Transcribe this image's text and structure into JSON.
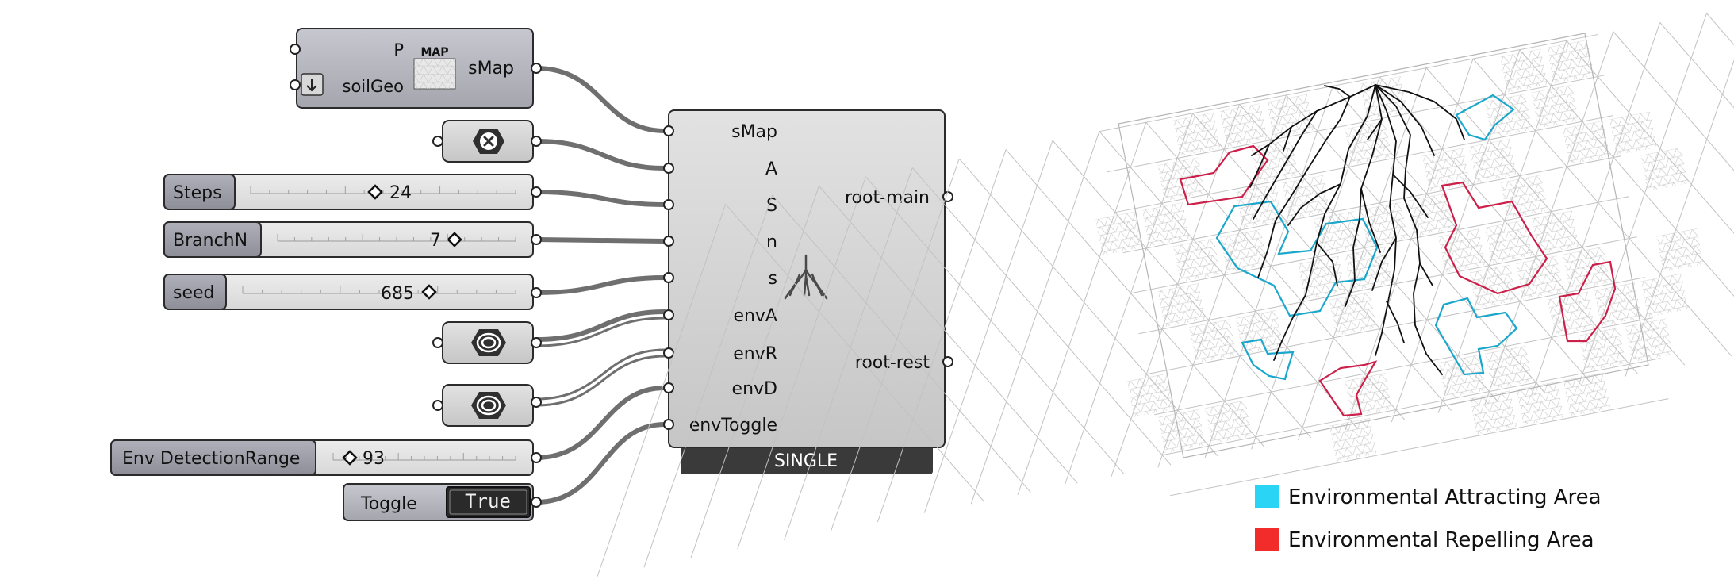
{
  "canvas": {
    "components": {
      "soil_map": {
        "inputs": [
          "P",
          "soilGeo"
        ],
        "output": "sMap",
        "icon_caption": "MAP"
      },
      "sliders": [
        {
          "id": "steps",
          "name": "Steps",
          "value": "24",
          "fraction": 0.47
        },
        {
          "id": "branchn",
          "name": "BranchN",
          "value": "7",
          "fraction": 0.72
        },
        {
          "id": "seed",
          "name": "seed",
          "value": "685",
          "fraction": 0.69
        },
        {
          "id": "env-range",
          "name": "Env DetectionRange",
          "value": "93",
          "fraction": 0.17
        }
      ],
      "toggle": {
        "name": "Toggle",
        "value": "True"
      },
      "main": {
        "inputs": [
          "sMap",
          "A",
          "S",
          "n",
          "s",
          "envA",
          "envR",
          "envD",
          "envToggle"
        ],
        "outputs": [
          "root-main",
          "root-rest"
        ],
        "mode_label": "SINGLE"
      }
    }
  },
  "legend": [
    {
      "label": "Environmental Attracting Area",
      "color": "#2ad4f5"
    },
    {
      "label": "Environmental Repelling Area",
      "color": "#f22b2b"
    }
  ],
  "colors": {
    "attract_outline": "#1ba7cc",
    "repel_outline": "#cc1f4a",
    "roots": "#111111",
    "grid": "#b8b8b8"
  }
}
